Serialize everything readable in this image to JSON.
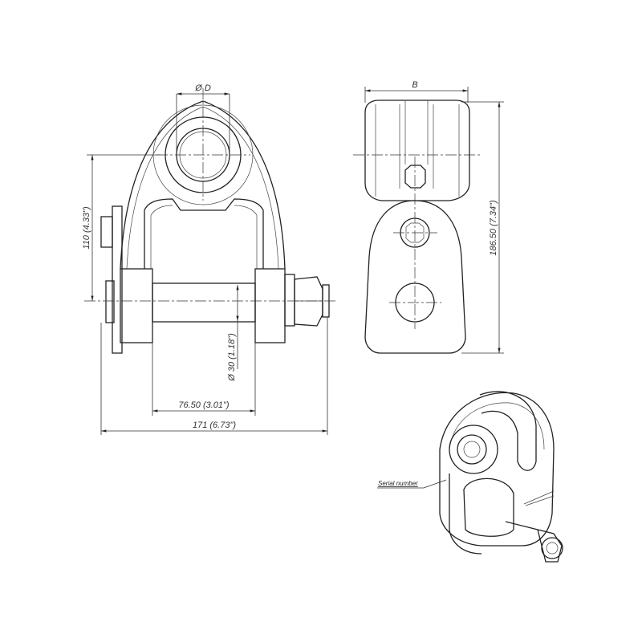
{
  "front_view": {
    "dim_bore": "Ø D",
    "dim_height": "110 (4.33\")",
    "dim_pin": "Ø 30 (1.18\")",
    "dim_inner_width": "76.50 (3.01\")",
    "dim_total_width": "171 (6.73\")"
  },
  "side_view": {
    "dim_width": "B",
    "dim_length": "186.50 (7.34\")"
  },
  "iso_view": {
    "serial_label": "Serial number"
  }
}
